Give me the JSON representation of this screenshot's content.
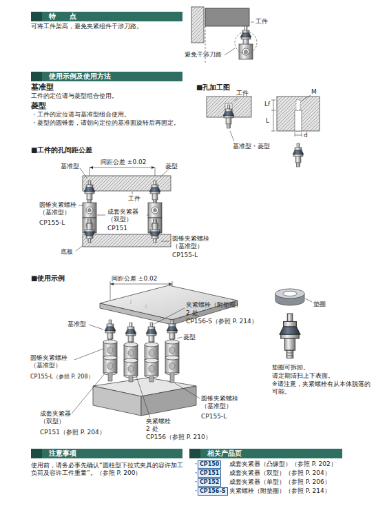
{
  "diagram": {
    "nodes": [
      {
        "text": [
          "特　　点"
        ]
      },
      {
        "text": [
          "使用示例及使用方法"
        ]
      },
      {
        "text": [
          "注意事项"
        ]
      },
      {
        "text": [
          "相关产品页"
        ]
      },
      {
        "text": [
          "CP150"
        ]
      },
      {
        "text": [
          "CP151"
        ]
      },
      {
        "text": [
          "CP152"
        ]
      },
      {
        "text": [
          "CP156-S"
        ]
      }
    ],
    "edges": [],
    "labels": [
      "可将工件架高，避免夹紧组件干涉刀路。",
      "工件",
      "避免干涉刀路",
      "基准型",
      "工件的定位请与菱型组合使用。",
      "菱型",
      "・工件的定位请与基准型组合使用。",
      "・菱型的圆锥套，请朝向定位的基准面旋转后再固定。",
      "■孔加工图",
      "工件",
      "M",
      "Lf",
      "L",
      "d",
      "基准型・菱型",
      "■工件的孔间距公差",
      "基准型",
      "间距公差 ±0.02",
      "菱型",
      "工件",
      "圆锥夹紧螺栓 （基准型）",
      "CP155-L",
      "成套夹紧器 （双型）",
      "CP151",
      "底板",
      "圆锥夹紧螺栓 （基准型）",
      "CP155-L",
      "■使用示例",
      "间距公差 ±0.02",
      "夹紧螺栓（附垫圈）",
      "2 处",
      "CP156-S（参照 P. 214）",
      "基准型",
      "菱型",
      "垫圈",
      "圆锥夹紧螺栓 （基准型）",
      "CP155-L（参照 P. 208）",
      "垫圈可拆卸。",
      "请定期清扫上下表面。",
      "※请注意，夹紧螺栓有从本体脱落的可能。",
      "圆锥夹紧螺栓 （基准型）",
      "CP155-L",
      "成套夹紧器 （双型）",
      "CP151（参照 P. 204）",
      "夹紧螺栓",
      "2 处",
      "CP156（参照 P. 210）",
      "使用前，请务必事先确认“圆柱型下拉式夹具的容许加工负荷及容许工件重量”。（参照 P. 200）",
      "・",
      "成套夹紧器（凸缘型）（参照 P. 202）",
      "・",
      "成套夹紧器（双型）（参照 P. 204）",
      "・",
      "成套夹紧器（单型）（参照 P. 206）",
      "・",
      "夹紧螺栓（附垫圈）（参照 P. 214）"
    ]
  }
}
